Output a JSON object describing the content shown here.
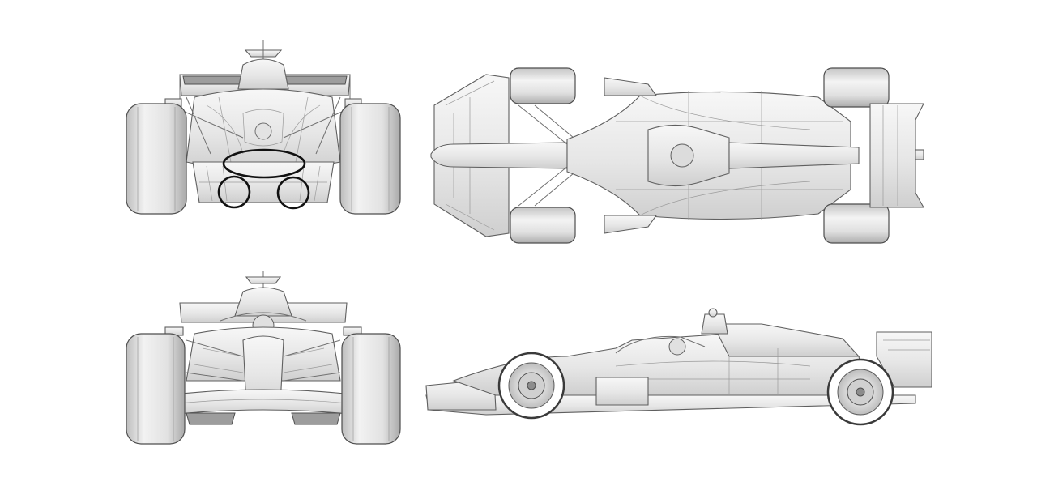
{
  "figure": {
    "views": [
      {
        "id": "rear",
        "description_icon": "f1-car-rear-view"
      },
      {
        "id": "top",
        "description_icon": "f1-car-top-view"
      },
      {
        "id": "front",
        "description_icon": "f1-car-front-view"
      },
      {
        "id": "side",
        "description_icon": "f1-car-side-view"
      }
    ],
    "highlight_color": "#111111",
    "line_color": "#6f6f6f",
    "body_color": "#e9e9e9",
    "rear_view_highlights": 3
  }
}
